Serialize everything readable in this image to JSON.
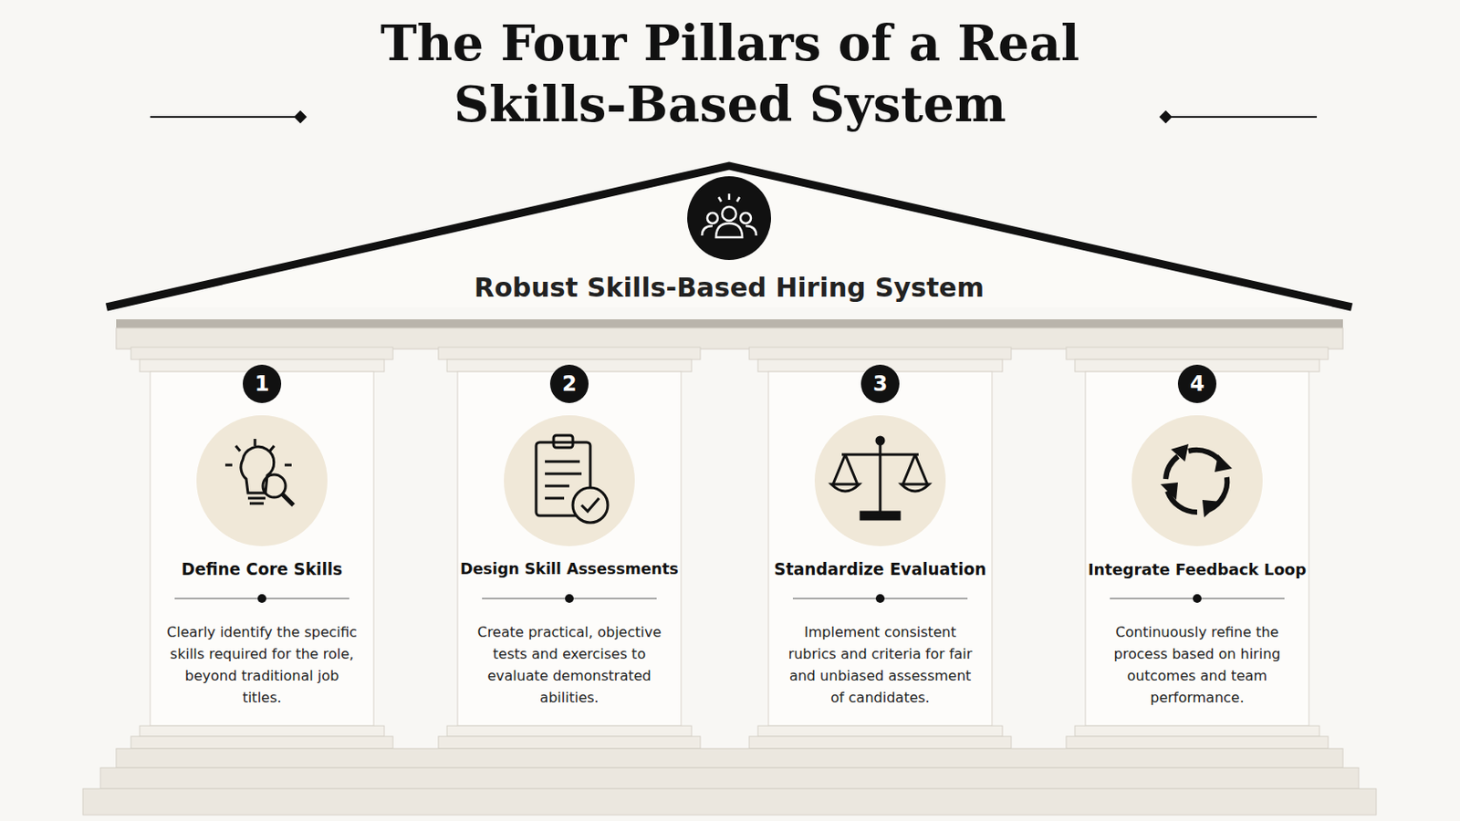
{
  "diagram": {
    "title": "The Four Pillars of a Real Skills-Based System",
    "nodes": [
      {
        "text": [
          "Robust Skills-Based Hiring System"
        ]
      },
      {
        "text": [
          "1",
          "Define Core Skills",
          "Clearly identify the specific skills required for the role, beyond traditional job titles."
        ]
      },
      {
        "text": [
          "2",
          "Design Skill Assessments",
          "Create practical, objective tests and exercises to evaluate demonstrated abilities."
        ]
      },
      {
        "text": [
          "3",
          "Standardize Evaluation",
          "Implement consistent rubrics and criteria for fair and unbiased assessment of candidates."
        ]
      },
      {
        "text": [
          "4",
          "Integrate Feedback Loop",
          "Continuously refine the process based on hiring outcomes and team performance."
        ]
      }
    ]
  }
}
